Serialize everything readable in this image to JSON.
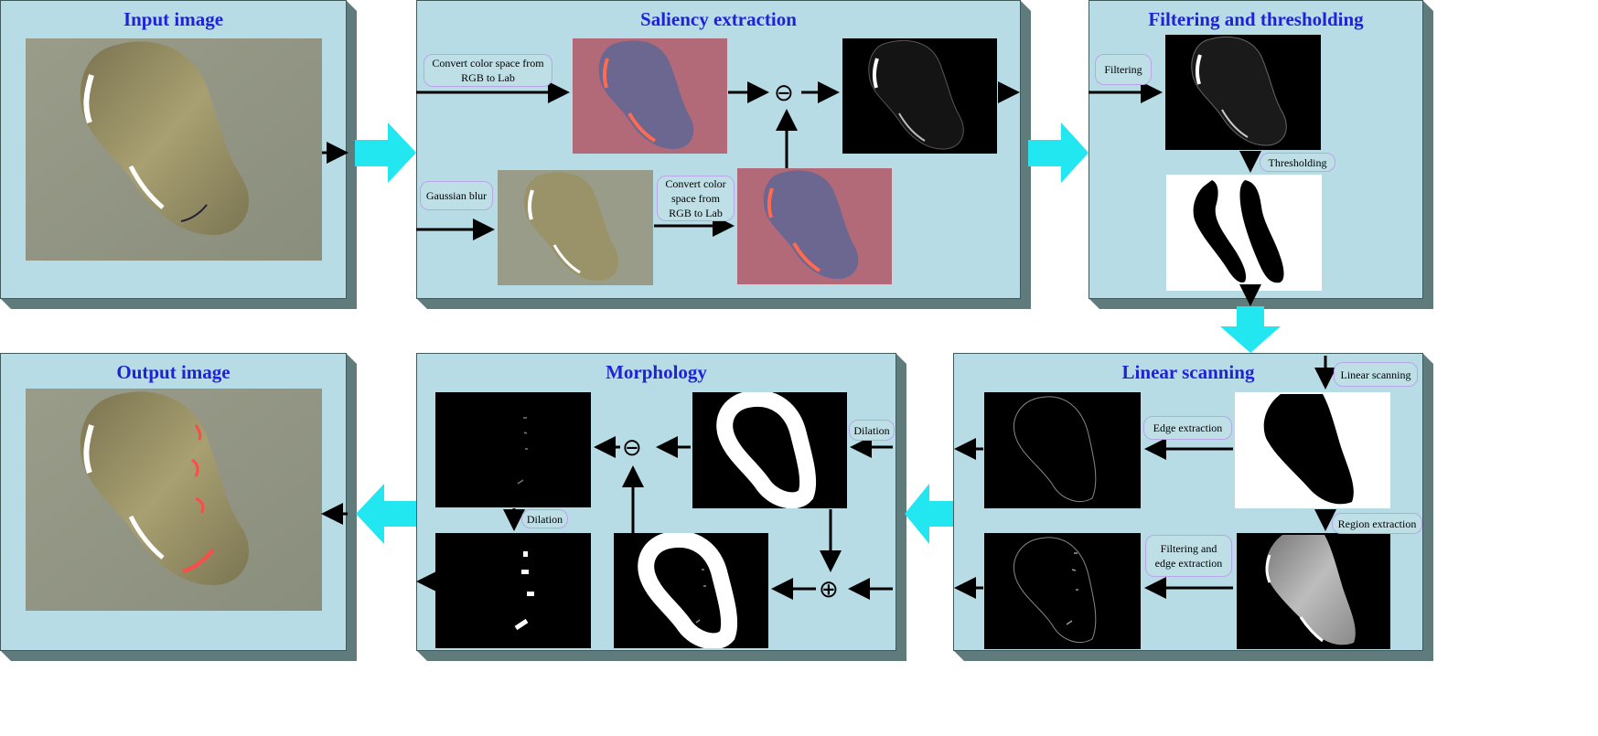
{
  "panels": {
    "input": {
      "title": "Input image"
    },
    "saliency": {
      "title": "Saliency extraction"
    },
    "filtering": {
      "title": "Filtering and thresholding"
    },
    "output": {
      "title": "Output image"
    },
    "morphology": {
      "title": "Morphology"
    },
    "linear": {
      "title": "Linear scanning"
    }
  },
  "labels": {
    "convert_top": "Convert color space from RGB to Lab",
    "gaussian": "Gaussian blur",
    "convert_bottom": "Convert color space from RGB to Lab",
    "filtering": "Filtering",
    "thresholding": "Thresholding",
    "linear_scanning": "Linear scanning",
    "edge_extraction": "Edge extraction",
    "region_extraction": "Region extraction",
    "filtering_edge": "Filtering and edge extraction",
    "dilation_top": "Dilation",
    "dilation_bottom": "Dilation"
  },
  "operators": {
    "minus": "⊖",
    "plus": "⊕"
  },
  "colors": {
    "panel": "#b8dce6",
    "title": "#1f22d6",
    "big_arrow": "#22e6f0",
    "label_border": "#b9a6e8"
  }
}
